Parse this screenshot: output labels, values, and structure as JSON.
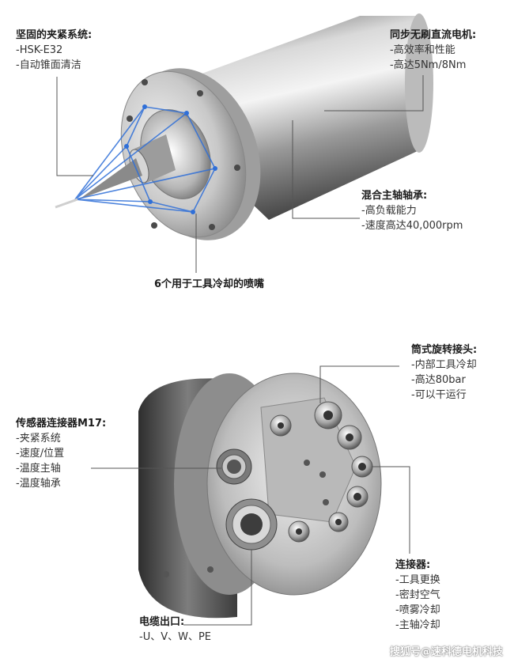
{
  "top": {
    "clamp": {
      "title": "坚固的夹紧系统:",
      "items": [
        "-HSK-E32",
        "-自动锥面清洁"
      ]
    },
    "motor": {
      "title": "同步无刷直流电机:",
      "items": [
        "-高效率和性能",
        "-高达5Nm/8Nm"
      ]
    },
    "bearing": {
      "title": "混合主轴轴承:",
      "items": [
        "-高负载能力",
        "-速度高达40,000rpm"
      ]
    },
    "nozzles": {
      "title": "6个用于工具冷却的喷嘴"
    }
  },
  "bottom": {
    "rotary": {
      "title": "筒式旋转接头:",
      "items": [
        "-内部工具冷却",
        "-高达80bar",
        "-可以干运行"
      ]
    },
    "sensor": {
      "title": "传感器连接器M17:",
      "items": [
        "-夹紧系统",
        "-速度/位置",
        "-温度主轴",
        "-温度轴承"
      ]
    },
    "connector": {
      "title": "连接器:",
      "items": [
        "-工具更换",
        "-密封空气",
        "-喷雾冷却",
        "-主轴冷却"
      ]
    },
    "cable": {
      "title": "电缆出口:",
      "items": [
        "-U、V、W、PE"
      ]
    }
  },
  "watermark": "搜狐号@速科德电机科技",
  "colors": {
    "nozzle_blue": "#2f6fd8",
    "leader_line": "#555555",
    "steel_light": "#e8e8e8",
    "steel_dark": "#6f6f6f"
  }
}
